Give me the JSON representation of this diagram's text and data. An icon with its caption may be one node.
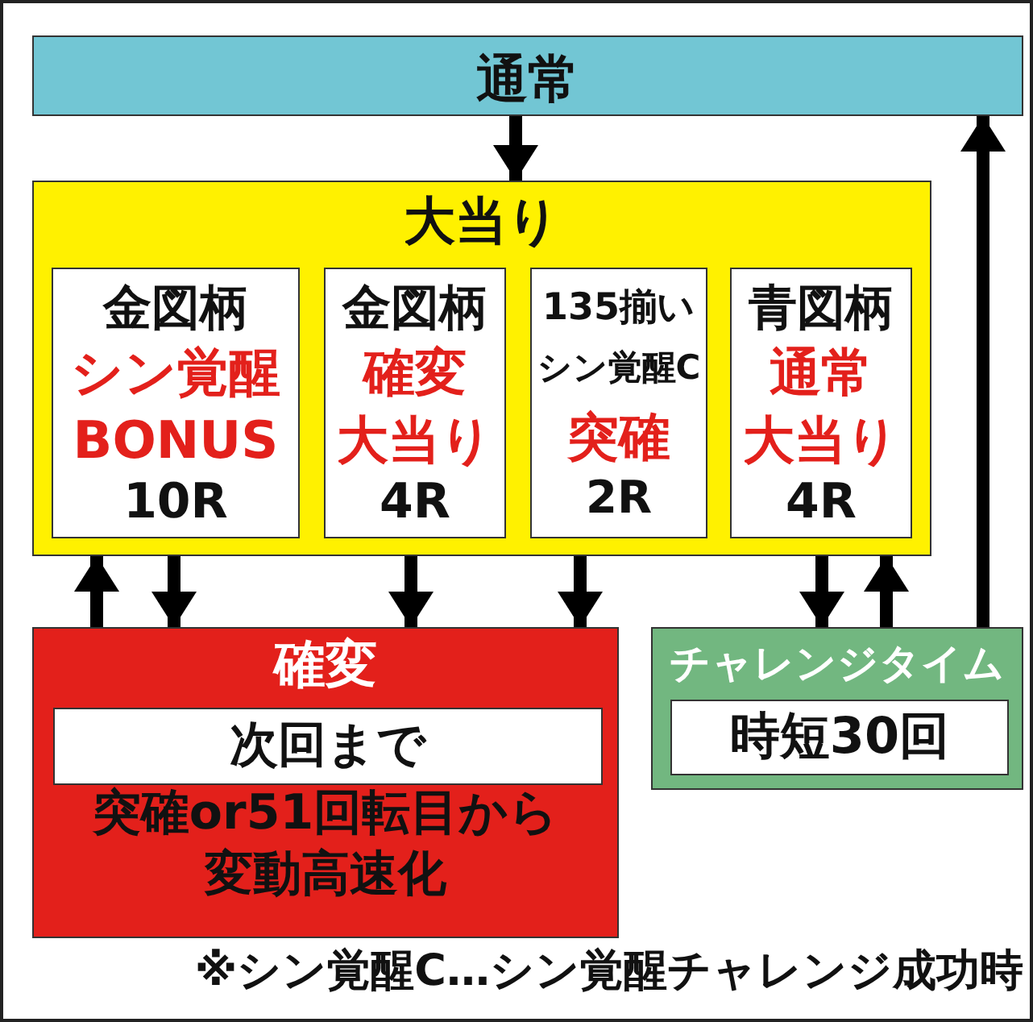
{
  "diagram": {
    "nodes": [
      {
        "text": [
          "通常"
        ]
      },
      {
        "text": [
          "大当り"
        ]
      },
      {
        "text": [
          "金図柄",
          "シン覚醒",
          "BONUS",
          "10R"
        ],
        "in": 1
      },
      {
        "text": [
          "金図柄",
          "確変",
          "大当り",
          "4R"
        ],
        "in": 1
      },
      {
        "text": [
          "135揃い",
          "シン覚醒C",
          "突確",
          "2R"
        ],
        "in": 1
      },
      {
        "text": [
          "青図柄",
          "通常",
          "大当り",
          "4R"
        ],
        "in": 1
      },
      {
        "text": [
          "確変",
          "突確or51回転目から変動高速化"
        ]
      },
      {
        "text": [
          "次回まで"
        ],
        "in": 6
      },
      {
        "text": [
          "チャレンジタイム"
        ]
      },
      {
        "text": [
          "時短30回"
        ],
        "in": 8
      }
    ],
    "edges": [
      {
        "from": 0,
        "to": 1,
        "arrow": "to"
      },
      {
        "from": 6,
        "to": 1,
        "arrow": "to"
      },
      {
        "from": 2,
        "to": 6,
        "arrow": "to"
      },
      {
        "from": 3,
        "to": 6,
        "arrow": "to"
      },
      {
        "from": 4,
        "to": 6,
        "arrow": "to"
      },
      {
        "from": 5,
        "to": 8,
        "arrow": "to"
      },
      {
        "from": 8,
        "to": 1,
        "arrow": "to"
      },
      {
        "from": 8,
        "to": 0,
        "arrow": "to"
      }
    ],
    "labels": [
      "※シン覚醒C…シン覚醒チャレンジ成功時"
    ]
  }
}
